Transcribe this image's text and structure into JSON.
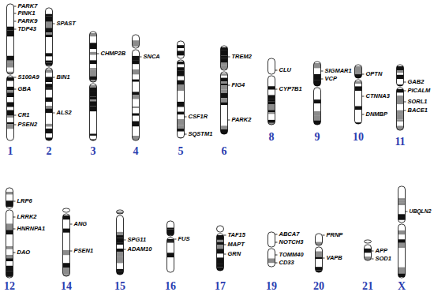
{
  "diagram": {
    "labels": [
      "PARK7",
      "PINK1",
      "PARK9",
      "TDP43",
      "S100A9",
      "GBA",
      "CR1",
      "PSEN2",
      "1",
      "SPAST",
      "BIN1",
      "ALS2",
      "2",
      "CHMP2B",
      "3",
      "SNCA",
      "4",
      "CSF1R",
      "SQSTM1",
      "5",
      "TREM2",
      "FIG4",
      "PARK2",
      "6",
      "CLU",
      "CYP7B1",
      "8",
      "SIGMAR1",
      "VCP",
      "9",
      "OPTN",
      "CTNNA3",
      "DNMBP",
      "10",
      "GAB2",
      "PICALM",
      "SORL1",
      "BACE1",
      "11",
      "LRP6",
      "LRRK2",
      "HNRNPA1",
      "DAO",
      "12",
      "ANG",
      "PSEN1",
      "14",
      "SPG11",
      "ADAM10",
      "15",
      "FUS",
      "16",
      "TAF15",
      "MAPT",
      "GRN",
      "17",
      "ABCA7",
      "NOTCH3",
      "TOMM40",
      "CD33",
      "19",
      "PRNP",
      "VAPB",
      "20",
      "APP",
      "SOD1",
      "21",
      "UBQLN2",
      "X"
    ]
  }
}
